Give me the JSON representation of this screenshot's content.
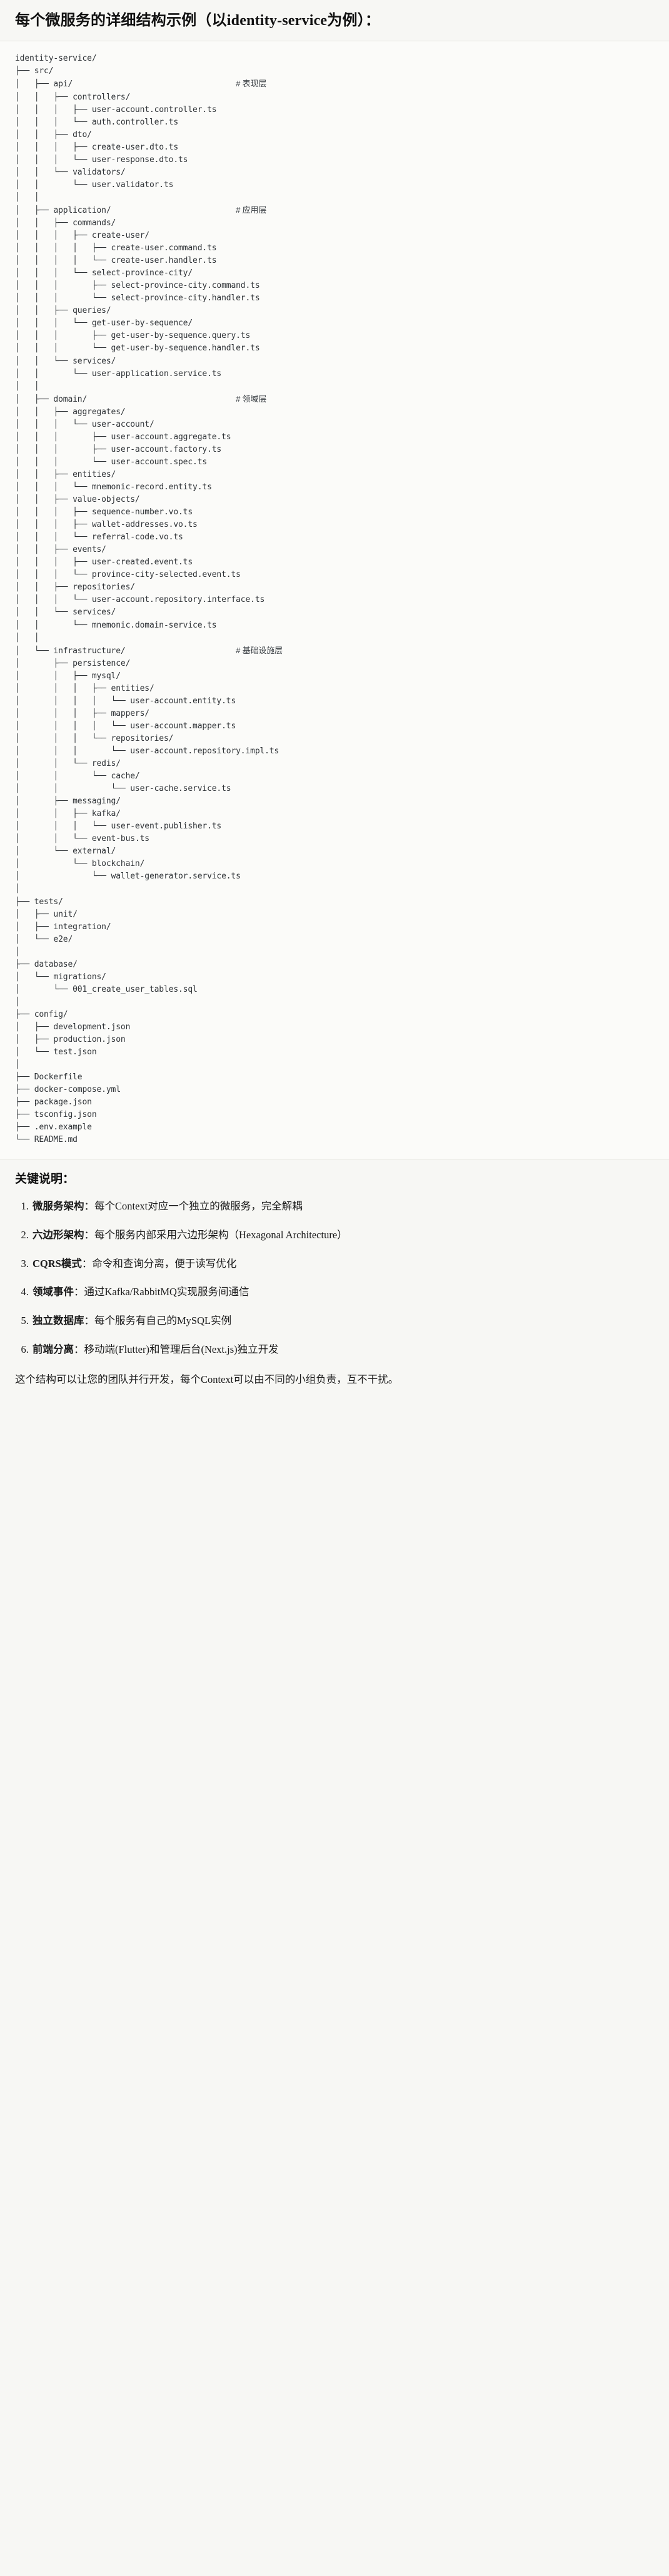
{
  "header": {
    "title": "每个微服务的详细结构示例（以identity-service为例）："
  },
  "tree": {
    "lines": [
      {
        "text": "identity-service/",
        "comment": ""
      },
      {
        "text": "├── src/",
        "comment": ""
      },
      {
        "text": "│   ├── api/",
        "comment": "# 表现层"
      },
      {
        "text": "│   │   ├── controllers/",
        "comment": ""
      },
      {
        "text": "│   │   │   ├── user-account.controller.ts",
        "comment": ""
      },
      {
        "text": "│   │   │   └── auth.controller.ts",
        "comment": ""
      },
      {
        "text": "│   │   ├── dto/",
        "comment": ""
      },
      {
        "text": "│   │   │   ├── create-user.dto.ts",
        "comment": ""
      },
      {
        "text": "│   │   │   └── user-response.dto.ts",
        "comment": ""
      },
      {
        "text": "│   │   └── validators/",
        "comment": ""
      },
      {
        "text": "│   │       └── user.validator.ts",
        "comment": ""
      },
      {
        "text": "│   │",
        "comment": ""
      },
      {
        "text": "│   ├── application/",
        "comment": "# 应用层"
      },
      {
        "text": "│   │   ├── commands/",
        "comment": ""
      },
      {
        "text": "│   │   │   ├── create-user/",
        "comment": ""
      },
      {
        "text": "│   │   │   │   ├── create-user.command.ts",
        "comment": ""
      },
      {
        "text": "│   │   │   │   └── create-user.handler.ts",
        "comment": ""
      },
      {
        "text": "│   │   │   └── select-province-city/",
        "comment": ""
      },
      {
        "text": "│   │   │       ├── select-province-city.command.ts",
        "comment": ""
      },
      {
        "text": "│   │   │       └── select-province-city.handler.ts",
        "comment": ""
      },
      {
        "text": "│   │   ├── queries/",
        "comment": ""
      },
      {
        "text": "│   │   │   └── get-user-by-sequence/",
        "comment": ""
      },
      {
        "text": "│   │   │       ├── get-user-by-sequence.query.ts",
        "comment": ""
      },
      {
        "text": "│   │   │       └── get-user-by-sequence.handler.ts",
        "comment": ""
      },
      {
        "text": "│   │   └── services/",
        "comment": ""
      },
      {
        "text": "│   │       └── user-application.service.ts",
        "comment": ""
      },
      {
        "text": "│   │",
        "comment": ""
      },
      {
        "text": "│   ├── domain/",
        "comment": "# 领域层"
      },
      {
        "text": "│   │   ├── aggregates/",
        "comment": ""
      },
      {
        "text": "│   │   │   └── user-account/",
        "comment": ""
      },
      {
        "text": "│   │   │       ├── user-account.aggregate.ts",
        "comment": ""
      },
      {
        "text": "│   │   │       ├── user-account.factory.ts",
        "comment": ""
      },
      {
        "text": "│   │   │       └── user-account.spec.ts",
        "comment": ""
      },
      {
        "text": "│   │   ├── entities/",
        "comment": ""
      },
      {
        "text": "│   │   │   └── mnemonic-record.entity.ts",
        "comment": ""
      },
      {
        "text": "│   │   ├── value-objects/",
        "comment": ""
      },
      {
        "text": "│   │   │   ├── sequence-number.vo.ts",
        "comment": ""
      },
      {
        "text": "│   │   │   ├── wallet-addresses.vo.ts",
        "comment": ""
      },
      {
        "text": "│   │   │   └── referral-code.vo.ts",
        "comment": ""
      },
      {
        "text": "│   │   ├── events/",
        "comment": ""
      },
      {
        "text": "│   │   │   ├── user-created.event.ts",
        "comment": ""
      },
      {
        "text": "│   │   │   └── province-city-selected.event.ts",
        "comment": ""
      },
      {
        "text": "│   │   ├── repositories/",
        "comment": ""
      },
      {
        "text": "│   │   │   └── user-account.repository.interface.ts",
        "comment": ""
      },
      {
        "text": "│   │   └── services/",
        "comment": ""
      },
      {
        "text": "│   │       └── mnemonic.domain-service.ts",
        "comment": ""
      },
      {
        "text": "│   │",
        "comment": ""
      },
      {
        "text": "│   └── infrastructure/",
        "comment": "# 基础设施层"
      },
      {
        "text": "│       ├── persistence/",
        "comment": ""
      },
      {
        "text": "│       │   ├── mysql/",
        "comment": ""
      },
      {
        "text": "│       │   │   ├── entities/",
        "comment": ""
      },
      {
        "text": "│       │   │   │   └── user-account.entity.ts",
        "comment": ""
      },
      {
        "text": "│       │   │   ├── mappers/",
        "comment": ""
      },
      {
        "text": "│       │   │   │   └── user-account.mapper.ts",
        "comment": ""
      },
      {
        "text": "│       │   │   └── repositories/",
        "comment": ""
      },
      {
        "text": "│       │   │       └── user-account.repository.impl.ts",
        "comment": ""
      },
      {
        "text": "│       │   └── redis/",
        "comment": ""
      },
      {
        "text": "│       │       └── cache/",
        "comment": ""
      },
      {
        "text": "│       │           └── user-cache.service.ts",
        "comment": ""
      },
      {
        "text": "│       ├── messaging/",
        "comment": ""
      },
      {
        "text": "│       │   ├── kafka/",
        "comment": ""
      },
      {
        "text": "│       │   │   └── user-event.publisher.ts",
        "comment": ""
      },
      {
        "text": "│       │   └── event-bus.ts",
        "comment": ""
      },
      {
        "text": "│       └── external/",
        "comment": ""
      },
      {
        "text": "│           └── blockchain/",
        "comment": ""
      },
      {
        "text": "│               └── wallet-generator.service.ts",
        "comment": ""
      },
      {
        "text": "│",
        "comment": ""
      },
      {
        "text": "├── tests/",
        "comment": ""
      },
      {
        "text": "│   ├── unit/",
        "comment": ""
      },
      {
        "text": "│   ├── integration/",
        "comment": ""
      },
      {
        "text": "│   └── e2e/",
        "comment": ""
      },
      {
        "text": "│",
        "comment": ""
      },
      {
        "text": "├── database/",
        "comment": ""
      },
      {
        "text": "│   └── migrations/",
        "comment": ""
      },
      {
        "text": "│       └── 001_create_user_tables.sql",
        "comment": ""
      },
      {
        "text": "│",
        "comment": ""
      },
      {
        "text": "├── config/",
        "comment": ""
      },
      {
        "text": "│   ├── development.json",
        "comment": ""
      },
      {
        "text": "│   ├── production.json",
        "comment": ""
      },
      {
        "text": "│   └── test.json",
        "comment": ""
      },
      {
        "text": "│",
        "comment": ""
      },
      {
        "text": "├── Dockerfile",
        "comment": ""
      },
      {
        "text": "├── docker-compose.yml",
        "comment": ""
      },
      {
        "text": "├── package.json",
        "comment": ""
      },
      {
        "text": "├── tsconfig.json",
        "comment": ""
      },
      {
        "text": "├── .env.example",
        "comment": ""
      },
      {
        "text": "└── README.md",
        "comment": ""
      }
    ],
    "comment_column": 46
  },
  "notes": {
    "title": "关键说明：",
    "items": [
      {
        "term": "微服务架构",
        "sep": "：",
        "desc": "每个Context对应一个独立的微服务，完全解耦"
      },
      {
        "term": "六边形架构",
        "sep": "：",
        "desc": "每个服务内部采用六边形架构（Hexagonal Architecture）"
      },
      {
        "term": "CQRS模式",
        "sep": "：",
        "desc": "命令和查询分离，便于读写优化"
      },
      {
        "term": "领域事件",
        "sep": "：",
        "desc": "通过Kafka/RabbitMQ实现服务间通信"
      },
      {
        "term": "独立数据库",
        "sep": "：",
        "desc": "每个服务有自己的MySQL实例"
      },
      {
        "term": "前端分离",
        "sep": "：",
        "desc": "移动端(Flutter)和管理后台(Next.js)独立开发"
      }
    ],
    "closing": "这个结构可以让您的团队并行开发，每个Context可以由不同的小组负责，互不干扰。"
  },
  "colors": {
    "page_bg": "#f7f7f4",
    "code_bg": "#fbfbf9",
    "text": "#1b1b1b",
    "code_text": "#2f3337",
    "rule": "#e3e3de"
  }
}
